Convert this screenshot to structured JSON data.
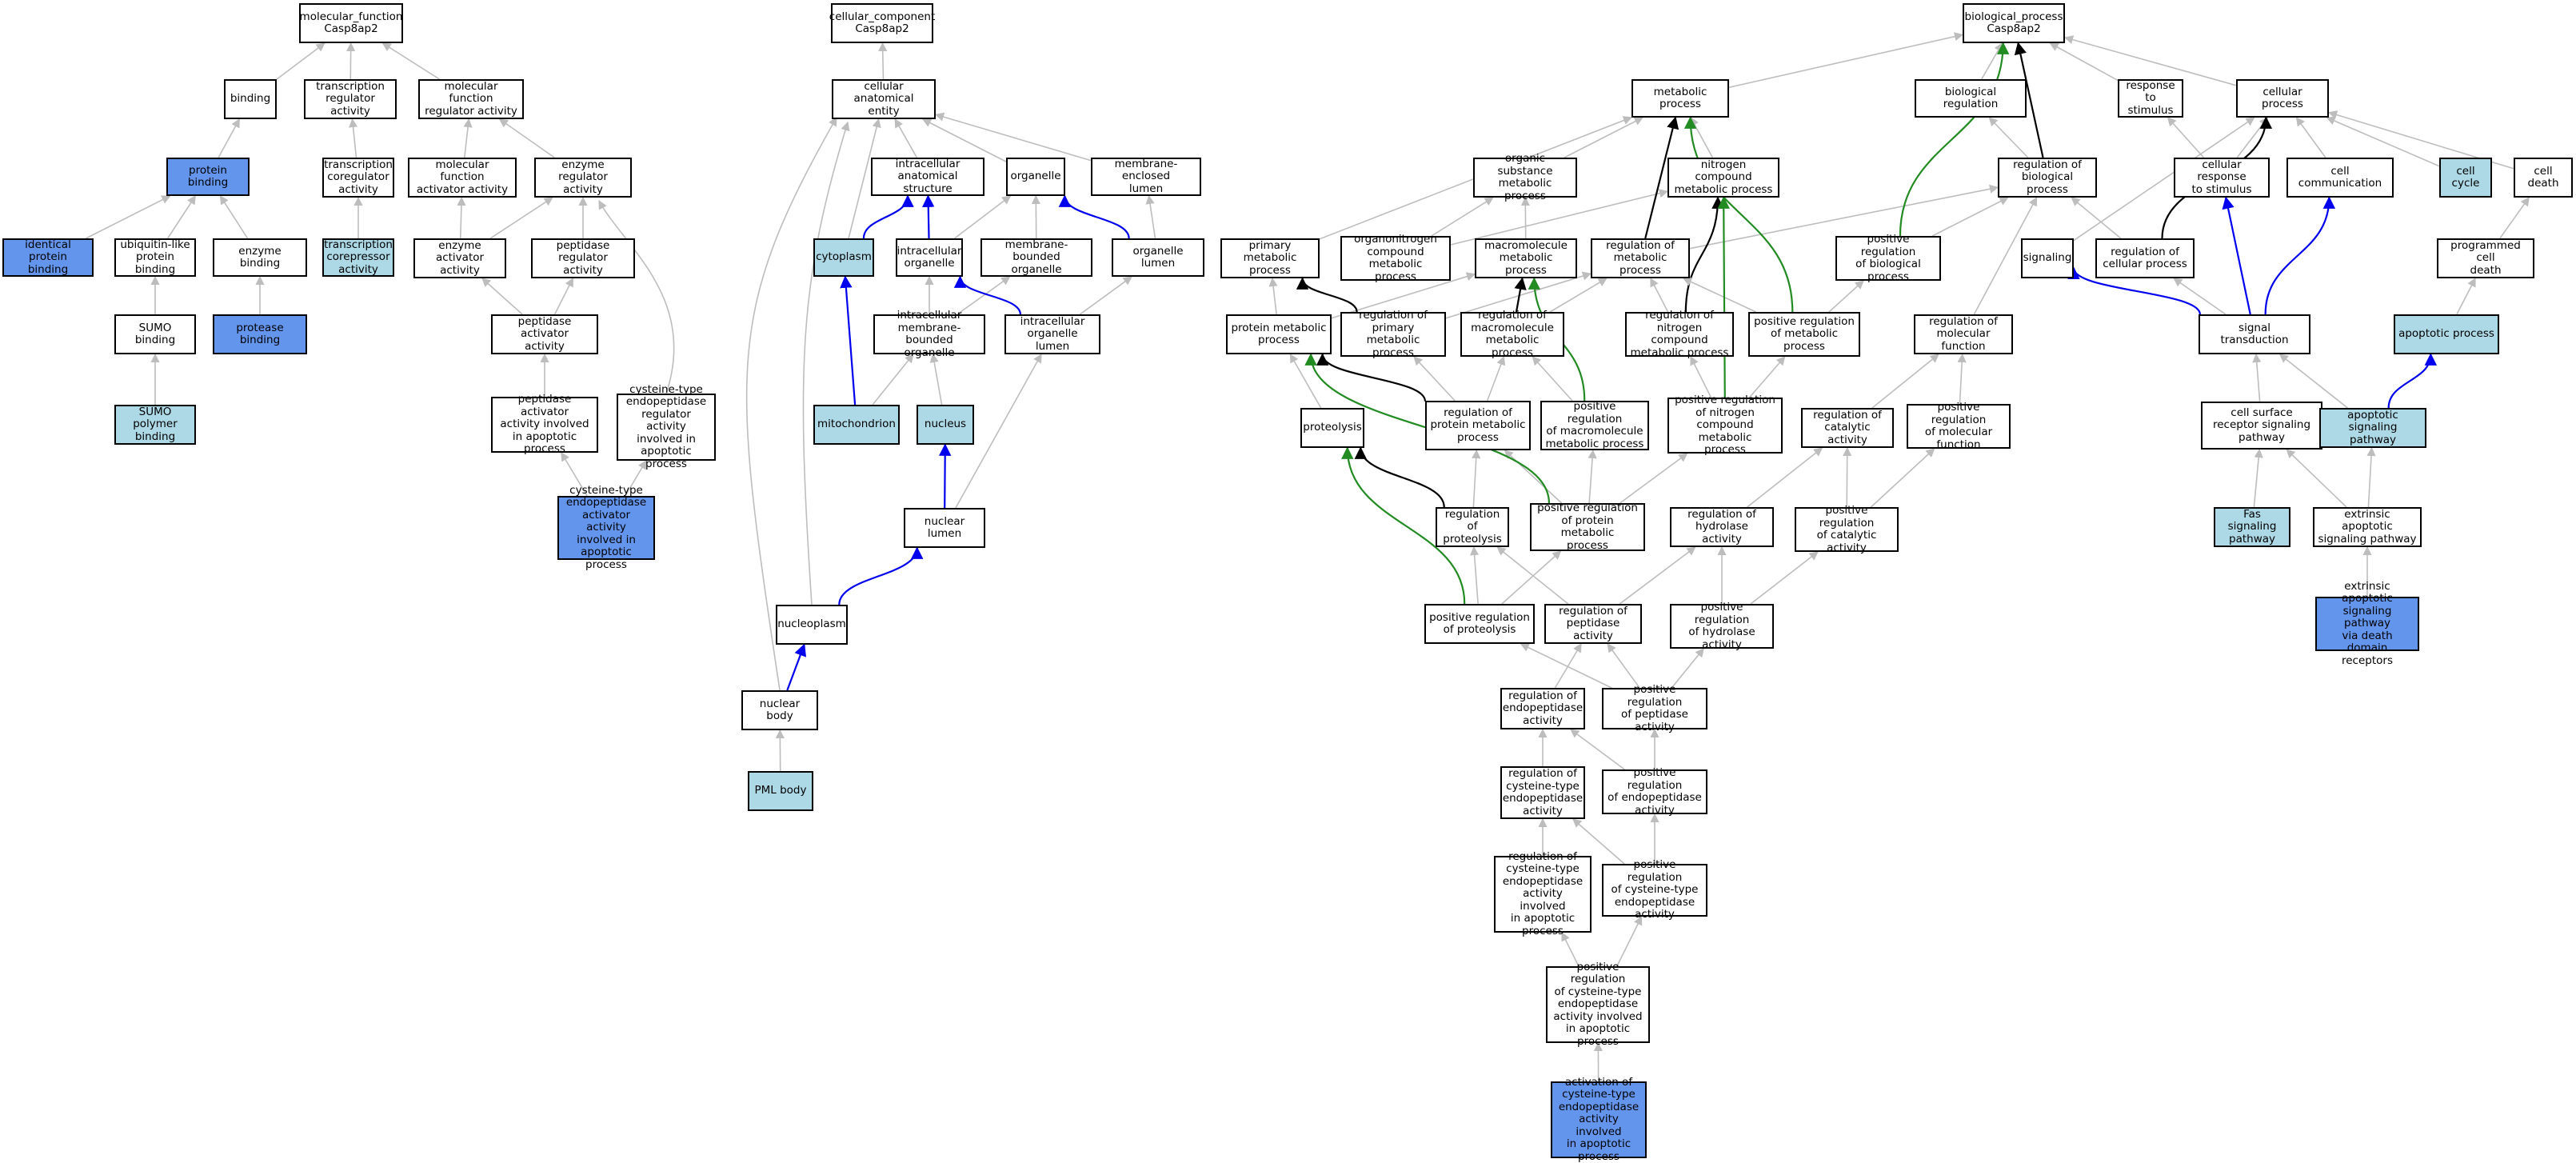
{
  "colors": {
    "light": "#add8e6",
    "medium": "#6495ed",
    "gray": "#bdbdbd",
    "blue": "#0000ee",
    "black": "#000000",
    "green": "#228b22"
  },
  "nodes": [
    {
      "id": "mf",
      "label": "molecular_function\nCasp8ap2"
    },
    {
      "id": "binding",
      "label": "binding"
    },
    {
      "id": "tra",
      "label": "transcription\nregulator activity"
    },
    {
      "id": "mfra",
      "label": "molecular function\nregulator activity"
    },
    {
      "id": "pb",
      "label": "protein binding",
      "fill": "medium"
    },
    {
      "id": "tca",
      "label": "transcription\ncoregulator\nactivity"
    },
    {
      "id": "mfaa",
      "label": "molecular function\nactivator activity"
    },
    {
      "id": "era",
      "label": "enzyme regulator\nactivity"
    },
    {
      "id": "ipb",
      "label": "identical protein\nbinding",
      "fill": "medium"
    },
    {
      "id": "ulpb",
      "label": "ubiquitin-like\nprotein binding"
    },
    {
      "id": "eb",
      "label": "enzyme binding"
    },
    {
      "id": "tcra",
      "label": "transcription\ncorepressor\nactivity",
      "fill": "light"
    },
    {
      "id": "eaa",
      "label": "enzyme activator\nactivity"
    },
    {
      "id": "pra",
      "label": "peptidase regulator\nactivity"
    },
    {
      "id": "sumob",
      "label": "SUMO binding"
    },
    {
      "id": "protb",
      "label": "protease binding",
      "fill": "medium"
    },
    {
      "id": "paa",
      "label": "peptidase activator\nactivity"
    },
    {
      "id": "sumopb",
      "label": "SUMO polymer\nbinding",
      "fill": "light"
    },
    {
      "id": "paaap",
      "label": "peptidase activator\nactivity involved\nin apoptotic\nprocess"
    },
    {
      "id": "cteraap",
      "label": "cysteine-type\nendopeptidase\nregulator activity\ninvolved in\napoptotic process"
    },
    {
      "id": "cteaaap",
      "label": "cysteine-type\nendopeptidase\nactivator activity\ninvolved in\napoptotic process",
      "fill": "medium"
    },
    {
      "id": "cc",
      "label": "cellular_component\nCasp8ap2"
    },
    {
      "id": "cae",
      "label": "cellular anatomical\nentity"
    },
    {
      "id": "ias",
      "label": "intracellular\nanatomical structure"
    },
    {
      "id": "organelle",
      "label": "organelle"
    },
    {
      "id": "mel",
      "label": "membrane-enclosed\nlumen"
    },
    {
      "id": "cytoplasm",
      "label": "cytoplasm",
      "fill": "light"
    },
    {
      "id": "io",
      "label": "intracellular\norganelle"
    },
    {
      "id": "mbo",
      "label": "membrane-bounded\norganelle"
    },
    {
      "id": "ol",
      "label": "organelle lumen"
    },
    {
      "id": "imbo",
      "label": "intracellular\nmembrane-bounded\norganelle"
    },
    {
      "id": "iol",
      "label": "intracellular\norganelle lumen"
    },
    {
      "id": "mito",
      "label": "mitochondrion",
      "fill": "light"
    },
    {
      "id": "nucleus",
      "label": "nucleus",
      "fill": "light"
    },
    {
      "id": "nl",
      "label": "nuclear lumen"
    },
    {
      "id": "np",
      "label": "nucleoplasm"
    },
    {
      "id": "nb",
      "label": "nuclear body"
    },
    {
      "id": "pml",
      "label": "PML body",
      "fill": "light"
    },
    {
      "id": "bp",
      "label": "biological_process\nCasp8ap2"
    },
    {
      "id": "mp",
      "label": "metabolic process"
    },
    {
      "id": "breg",
      "label": "biological regulation"
    },
    {
      "id": "rts",
      "label": "response to\nstimulus"
    },
    {
      "id": "cp",
      "label": "cellular process"
    },
    {
      "id": "osmp",
      "label": "organic substance\nmetabolic process"
    },
    {
      "id": "ncmp",
      "label": "nitrogen compound\nmetabolic process"
    },
    {
      "id": "rbp",
      "label": "regulation of\nbiological process"
    },
    {
      "id": "crs",
      "label": "cellular response\nto stimulus"
    },
    {
      "id": "ccomm",
      "label": "cell communication"
    },
    {
      "id": "ccycle",
      "label": "cell cycle",
      "fill": "light"
    },
    {
      "id": "cdeath",
      "label": "cell death"
    },
    {
      "id": "pmp",
      "label": "primary metabolic\nprocess"
    },
    {
      "id": "oncmp",
      "label": "organonitrogen\ncompound metabolic\nprocess"
    },
    {
      "id": "mmp",
      "label": "macromolecule\nmetabolic process"
    },
    {
      "id": "rmp",
      "label": "regulation of\nmetabolic process"
    },
    {
      "id": "prbp",
      "label": "positive regulation\nof biological\nprocess"
    },
    {
      "id": "signaling",
      "label": "signaling"
    },
    {
      "id": "rcp",
      "label": "regulation of\ncellular process"
    },
    {
      "id": "pcd",
      "label": "programmed cell\ndeath"
    },
    {
      "id": "protmp",
      "label": "protein metabolic\nprocess"
    },
    {
      "id": "rpmp",
      "label": "regulation of\nprimary metabolic\nprocess"
    },
    {
      "id": "rmmp",
      "label": "regulation of\nmacromolecule\nmetabolic process"
    },
    {
      "id": "rncmp",
      "label": "regulation of\nnitrogen compound\nmetabolic process"
    },
    {
      "id": "prmp",
      "label": "positive regulation\nof metabolic\nprocess"
    },
    {
      "id": "rmf",
      "label": "regulation of\nmolecular function"
    },
    {
      "id": "st",
      "label": "signal transduction"
    },
    {
      "id": "ap",
      "label": "apoptotic process",
      "fill": "light"
    },
    {
      "id": "proteolysis",
      "label": "proteolysis"
    },
    {
      "id": "rprotmp",
      "label": "regulation of\nprotein metabolic\nprocess"
    },
    {
      "id": "prmmp",
      "label": "positive regulation\nof macromolecule\nmetabolic process"
    },
    {
      "id": "prncmp",
      "label": "positive regulation\nof nitrogen\ncompound metabolic\nprocess"
    },
    {
      "id": "rca",
      "label": "regulation of\ncatalytic activity"
    },
    {
      "id": "prmf",
      "label": "positive regulation\nof molecular\nfunction"
    },
    {
      "id": "csrsp",
      "label": "cell surface\nreceptor signaling\npathway"
    },
    {
      "id": "asp",
      "label": "apoptotic signaling\npathway",
      "fill": "light"
    },
    {
      "id": "rproteolysis",
      "label": "regulation of\nproteolysis"
    },
    {
      "id": "prprotmp",
      "label": "positive regulation\nof protein metabolic\nprocess"
    },
    {
      "id": "rha",
      "label": "regulation of\nhydrolase activity"
    },
    {
      "id": "prca",
      "label": "positive regulation\nof catalytic\nactivity"
    },
    {
      "id": "fas",
      "label": "Fas signaling\npathway",
      "fill": "light"
    },
    {
      "id": "easp",
      "label": "extrinsic apoptotic\nsignaling pathway"
    },
    {
      "id": "prproteolysis",
      "label": "positive regulation\nof proteolysis"
    },
    {
      "id": "rpa",
      "label": "regulation of\npeptidase activity"
    },
    {
      "id": "prha",
      "label": "positive regulation\nof hydrolase\nactivity"
    },
    {
      "id": "easpddr",
      "label": "extrinsic apoptotic\nsignaling pathway\nvia death domain\nreceptors",
      "fill": "medium"
    },
    {
      "id": "rea",
      "label": "regulation of\nendopeptidase\nactivity"
    },
    {
      "id": "prpa",
      "label": "positive regulation\nof peptidase\nactivity"
    },
    {
      "id": "rctea",
      "label": "regulation of\ncysteine-type\nendopeptidase\nactivity"
    },
    {
      "id": "prea",
      "label": "positive regulation\nof endopeptidase\nactivity"
    },
    {
      "id": "rcteaap",
      "label": "regulation of\ncysteine-type\nendopeptidase\nactivity involved\nin apoptotic\nprocess"
    },
    {
      "id": "prctea",
      "label": "positive regulation\nof cysteine-type\nendopeptidase\nactivity"
    },
    {
      "id": "prcteaap",
      "label": "positive regulation\nof cysteine-type\nendopeptidase\nactivity involved\nin apoptotic\nprocess"
    },
    {
      "id": "acteaap",
      "label": "activation of\ncysteine-type\nendopeptidase\nactivity involved\nin apoptotic\nprocess",
      "fill": "medium"
    }
  ],
  "edges": [
    {
      "from": "binding",
      "to": "mf"
    },
    {
      "from": "tra",
      "to": "mf"
    },
    {
      "from": "mfra",
      "to": "mf"
    },
    {
      "from": "pb",
      "to": "binding"
    },
    {
      "from": "tca",
      "to": "tra"
    },
    {
      "from": "mfaa",
      "to": "mfra"
    },
    {
      "from": "era",
      "to": "mfra"
    },
    {
      "from": "ipb",
      "to": "pb"
    },
    {
      "from": "ulpb",
      "to": "pb"
    },
    {
      "from": "eb",
      "to": "pb"
    },
    {
      "from": "tcra",
      "to": "tca"
    },
    {
      "from": "eaa",
      "to": "mfaa"
    },
    {
      "from": "eaa",
      "to": "era"
    },
    {
      "from": "pra",
      "to": "era"
    },
    {
      "from": "sumob",
      "to": "ulpb"
    },
    {
      "from": "protb",
      "to": "eb"
    },
    {
      "from": "paa",
      "to": "eaa"
    },
    {
      "from": "paa",
      "to": "pra"
    },
    {
      "from": "sumopb",
      "to": "sumob"
    },
    {
      "from": "paaap",
      "to": "paa"
    },
    {
      "from": "cteraap",
      "to": "era",
      "curve": "era-curve"
    },
    {
      "from": "cteaaap",
      "to": "paaap"
    },
    {
      "from": "cteaaap",
      "to": "cteraap"
    },
    {
      "from": "cae",
      "to": "cc"
    },
    {
      "from": "ias",
      "to": "cae"
    },
    {
      "from": "organelle",
      "to": "cae"
    },
    {
      "from": "mel",
      "to": "cae"
    },
    {
      "from": "cytoplasm",
      "to": "cae"
    },
    {
      "from": "cytoplasm",
      "to": "ias",
      "color": "blue"
    },
    {
      "from": "io",
      "to": "ias",
      "color": "blue"
    },
    {
      "from": "io",
      "to": "organelle"
    },
    {
      "from": "mbo",
      "to": "organelle"
    },
    {
      "from": "ol",
      "to": "organelle",
      "color": "blue"
    },
    {
      "from": "ol",
      "to": "mel"
    },
    {
      "from": "imbo",
      "to": "io"
    },
    {
      "from": "imbo",
      "to": "mbo"
    },
    {
      "from": "iol",
      "to": "io",
      "color": "blue"
    },
    {
      "from": "iol",
      "to": "ol"
    },
    {
      "from": "mito",
      "to": "cytoplasm",
      "color": "blue"
    },
    {
      "from": "mito",
      "to": "imbo"
    },
    {
      "from": "nucleus",
      "to": "imbo"
    },
    {
      "from": "nl",
      "to": "nucleus",
      "color": "blue"
    },
    {
      "from": "nl",
      "to": "iol"
    },
    {
      "from": "np",
      "to": "cae",
      "curve": "np-curve"
    },
    {
      "from": "np",
      "to": "nl",
      "color": "blue"
    },
    {
      "from": "nb",
      "to": "np",
      "color": "blue"
    },
    {
      "from": "nb",
      "to": "cae",
      "curve": "nb-curve"
    },
    {
      "from": "pml",
      "to": "nb"
    },
    {
      "from": "mp",
      "to": "bp"
    },
    {
      "from": "breg",
      "to": "bp"
    },
    {
      "from": "rts",
      "to": "bp"
    },
    {
      "from": "cp",
      "to": "bp"
    },
    {
      "from": "osmp",
      "to": "mp"
    },
    {
      "from": "ncmp",
      "to": "mp"
    },
    {
      "from": "rbp",
      "to": "breg"
    },
    {
      "from": "rbp",
      "to": "bp",
      "color": "black"
    },
    {
      "from": "crs",
      "to": "rts"
    },
    {
      "from": "crs",
      "to": "cp"
    },
    {
      "from": "ccomm",
      "to": "cp"
    },
    {
      "from": "ccycle",
      "to": "cp"
    },
    {
      "from": "cdeath",
      "to": "cp"
    },
    {
      "from": "pmp",
      "to": "mp"
    },
    {
      "from": "oncmp",
      "to": "osmp"
    },
    {
      "from": "oncmp",
      "to": "ncmp"
    },
    {
      "from": "mmp",
      "to": "osmp"
    },
    {
      "from": "rmp",
      "to": "mp",
      "color": "black"
    },
    {
      "from": "rmp",
      "to": "rbp"
    },
    {
      "from": "prbp",
      "to": "rbp"
    },
    {
      "from": "prbp",
      "to": "bp",
      "color": "green"
    },
    {
      "from": "signaling",
      "to": "cp"
    },
    {
      "from": "rcp",
      "to": "rbp"
    },
    {
      "from": "rcp",
      "to": "cp",
      "color": "black"
    },
    {
      "from": "pcd",
      "to": "cdeath"
    },
    {
      "from": "protmp",
      "to": "pmp"
    },
    {
      "from": "protmp",
      "to": "mmp"
    },
    {
      "from": "rpmp",
      "to": "pmp",
      "color": "black"
    },
    {
      "from": "rpmp",
      "to": "rmp"
    },
    {
      "from": "rmmp",
      "to": "mmp",
      "color": "black"
    },
    {
      "from": "rmmp",
      "to": "rmp"
    },
    {
      "from": "rncmp",
      "to": "ncmp",
      "color": "black"
    },
    {
      "from": "rncmp",
      "to": "rmp"
    },
    {
      "from": "prmp",
      "to": "rmp"
    },
    {
      "from": "prmp",
      "to": "prbp"
    },
    {
      "from": "prmp",
      "to": "mp",
      "color": "green"
    },
    {
      "from": "rmf",
      "to": "rbp"
    },
    {
      "from": "st",
      "to": "signaling",
      "color": "blue"
    },
    {
      "from": "st",
      "to": "ccomm",
      "color": "blue"
    },
    {
      "from": "st",
      "to": "crs",
      "color": "blue"
    },
    {
      "from": "st",
      "to": "rcp"
    },
    {
      "from": "ap",
      "to": "pcd"
    },
    {
      "from": "proteolysis",
      "to": "protmp"
    },
    {
      "from": "rprotmp",
      "to": "protmp",
      "color": "black"
    },
    {
      "from": "rprotmp",
      "to": "rpmp"
    },
    {
      "from": "rprotmp",
      "to": "rmmp"
    },
    {
      "from": "prmmp",
      "to": "rmmp"
    },
    {
      "from": "prmmp",
      "to": "mmp",
      "color": "green"
    },
    {
      "from": "prncmp",
      "to": "rncmp"
    },
    {
      "from": "prncmp",
      "to": "prmp"
    },
    {
      "from": "prncmp",
      "to": "ncmp",
      "color": "green"
    },
    {
      "from": "rca",
      "to": "rmf"
    },
    {
      "from": "prmf",
      "to": "rmf"
    },
    {
      "from": "csrsp",
      "to": "st"
    },
    {
      "from": "asp",
      "to": "ap",
      "color": "blue"
    },
    {
      "from": "asp",
      "to": "st"
    },
    {
      "from": "rproteolysis",
      "to": "proteolysis",
      "color": "black"
    },
    {
      "from": "rproteolysis",
      "to": "rprotmp"
    },
    {
      "from": "prprotmp",
      "to": "rprotmp"
    },
    {
      "from": "prprotmp",
      "to": "prmmp"
    },
    {
      "from": "prprotmp",
      "to": "prncmp"
    },
    {
      "from": "prprotmp",
      "to": "protmp",
      "color": "green"
    },
    {
      "from": "rha",
      "to": "rca"
    },
    {
      "from": "prca",
      "to": "rca"
    },
    {
      "from": "prca",
      "to": "prmf"
    },
    {
      "from": "fas",
      "to": "csrsp"
    },
    {
      "from": "easp",
      "to": "csrsp"
    },
    {
      "from": "easp",
      "to": "asp"
    },
    {
      "from": "prproteolysis",
      "to": "rproteolysis"
    },
    {
      "from": "prproteolysis",
      "to": "prprotmp"
    },
    {
      "from": "prproteolysis",
      "to": "proteolysis",
      "color": "green"
    },
    {
      "from": "rpa",
      "to": "rproteolysis"
    },
    {
      "from": "rpa",
      "to": "rha"
    },
    {
      "from": "prha",
      "to": "rha"
    },
    {
      "from": "prha",
      "to": "prca"
    },
    {
      "from": "easpddr",
      "to": "easp"
    },
    {
      "from": "rea",
      "to": "rpa"
    },
    {
      "from": "prpa",
      "to": "rpa"
    },
    {
      "from": "prpa",
      "to": "prha"
    },
    {
      "from": "prpa",
      "to": "prproteolysis"
    },
    {
      "from": "rctea",
      "to": "rea"
    },
    {
      "from": "prea",
      "to": "rea"
    },
    {
      "from": "prea",
      "to": "prpa"
    },
    {
      "from": "rcteaap",
      "to": "rctea"
    },
    {
      "from": "prctea",
      "to": "rctea"
    },
    {
      "from": "prctea",
      "to": "prea"
    },
    {
      "from": "prcteaap",
      "to": "rcteaap"
    },
    {
      "from": "prcteaap",
      "to": "prctea"
    },
    {
      "from": "acteaap",
      "to": "prcteaap"
    }
  ]
}
